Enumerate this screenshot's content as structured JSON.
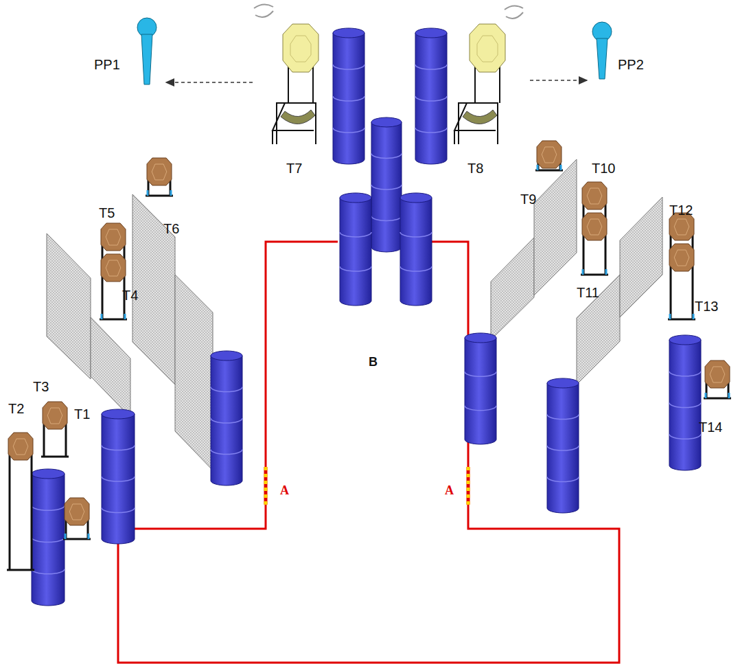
{
  "diagram": {
    "labels": [
      "PP1",
      "PP2",
      "T7",
      "T8",
      "T9",
      "T10",
      "T5",
      "T6",
      "T12",
      "T11",
      "T13",
      "T4",
      "B",
      "T14",
      "T3",
      "T2",
      "T1",
      "A",
      "A"
    ]
  }
}
